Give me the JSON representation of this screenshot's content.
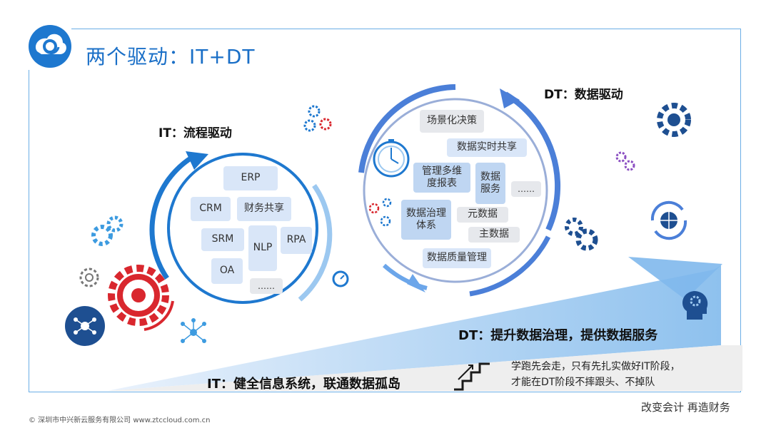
{
  "title": "两个驱动：IT+DT",
  "it_header": "IT：流程驱动",
  "dt_header": "DT：数据驱动",
  "it_items": [
    "ERP",
    "CRM",
    "财务共享",
    "SRM",
    "NLP",
    "RPA",
    "OA",
    "……"
  ],
  "dt_items": [
    "场景化决策",
    "数据实时共享",
    "管理多维度报表",
    "数据服务",
    "……",
    "数据治理体系",
    "元数据",
    "主数据",
    "数据质量管理"
  ],
  "dt_banner": "DT：提升数据治理，提供数据服务",
  "it_banner": "IT：健全信息系统，联通数据孤岛",
  "note_line1": "学跑先会走，只有先扎实做好IT阶段，",
  "note_line2": "才能在DT阶段不摔跟头、不掉队",
  "slogan": "改变会计 再造财务",
  "footer": "© 深圳市中兴新云服务有限公司 www.ztccloud.com.cn",
  "colors": {
    "primary": "#1a6fc7",
    "light": "#d9e6f8",
    "red": "#d9272e",
    "gray": "#e6e8ec"
  },
  "icons": [
    "cloud-logo-icon",
    "gear-icon",
    "globe-sync-icon",
    "brain-gear-icon",
    "stairs-icon",
    "compass-icon",
    "network-icon"
  ]
}
